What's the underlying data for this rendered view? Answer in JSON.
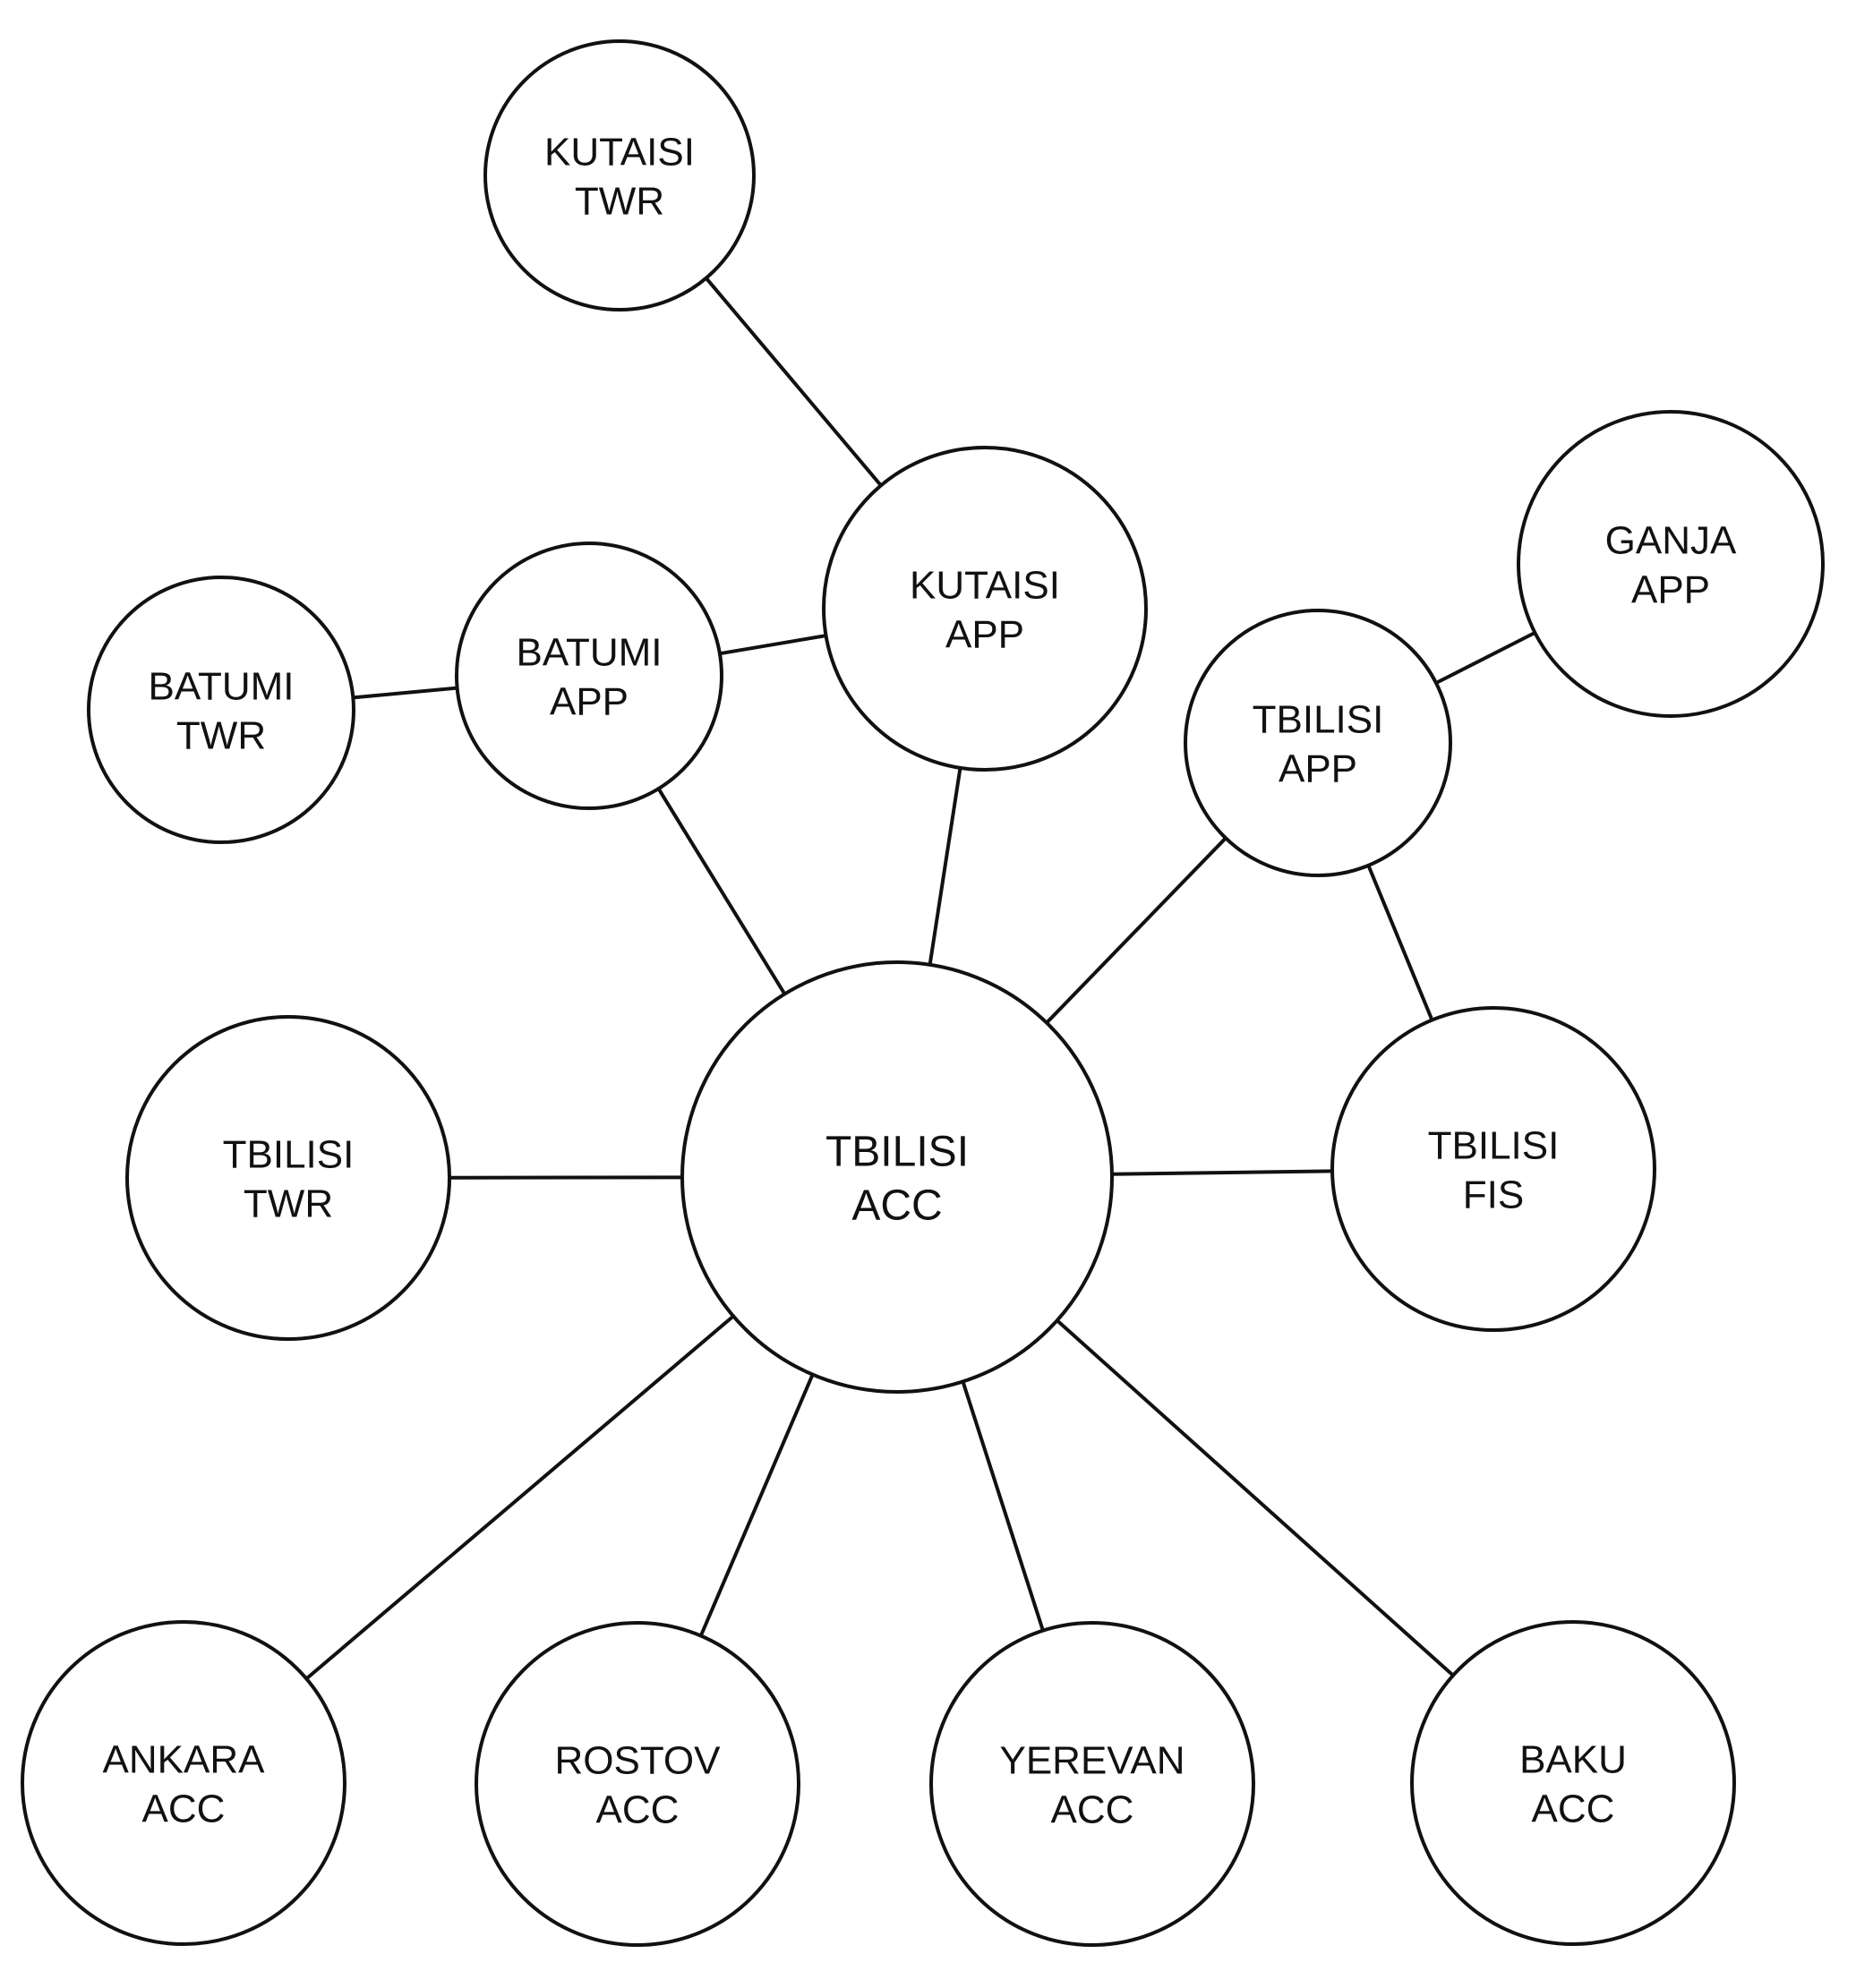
{
  "nodes": [
    {
      "id": "kutaisi-twr",
      "lines": [
        "KUTAISI",
        "TWR"
      ]
    },
    {
      "id": "kutaisi-app",
      "lines": [
        "KUTAISI",
        "APP"
      ]
    },
    {
      "id": "batumi-twr",
      "lines": [
        "BATUMI",
        "TWR"
      ]
    },
    {
      "id": "batumi-app",
      "lines": [
        "BATUMI",
        "APP"
      ]
    },
    {
      "id": "ganja-app",
      "lines": [
        "GANJA",
        "APP"
      ]
    },
    {
      "id": "tbilisi-app",
      "lines": [
        "TBILISI",
        "APP"
      ]
    },
    {
      "id": "tbilisi-twr",
      "lines": [
        "TBILISI",
        "TWR"
      ]
    },
    {
      "id": "tbilisi-acc",
      "lines": [
        "TBILISI",
        "ACC"
      ]
    },
    {
      "id": "tbilisi-fis",
      "lines": [
        "TBILISI",
        "FIS"
      ]
    },
    {
      "id": "ankara-acc",
      "lines": [
        "ANKARA",
        "ACC"
      ]
    },
    {
      "id": "rostov-acc",
      "lines": [
        "ROSTOV",
        "ACC"
      ]
    },
    {
      "id": "yerevan-acc",
      "lines": [
        "YEREVAN",
        "ACC"
      ]
    },
    {
      "id": "baku-acc",
      "lines": [
        "BAKU",
        "ACC"
      ]
    }
  ],
  "edges": [
    [
      "kutaisi-twr",
      "kutaisi-app"
    ],
    [
      "batumi-twr",
      "batumi-app"
    ],
    [
      "batumi-app",
      "kutaisi-app"
    ],
    [
      "batumi-app",
      "tbilisi-acc"
    ],
    [
      "kutaisi-app",
      "tbilisi-acc"
    ],
    [
      "ganja-app",
      "tbilisi-app"
    ],
    [
      "tbilisi-app",
      "tbilisi-acc"
    ],
    [
      "tbilisi-app",
      "tbilisi-fis"
    ],
    [
      "tbilisi-twr",
      "tbilisi-acc"
    ],
    [
      "tbilisi-acc",
      "tbilisi-fis"
    ],
    [
      "tbilisi-acc",
      "ankara-acc"
    ],
    [
      "tbilisi-acc",
      "rostov-acc"
    ],
    [
      "tbilisi-acc",
      "yerevan-acc"
    ],
    [
      "tbilisi-acc",
      "baku-acc"
    ]
  ]
}
